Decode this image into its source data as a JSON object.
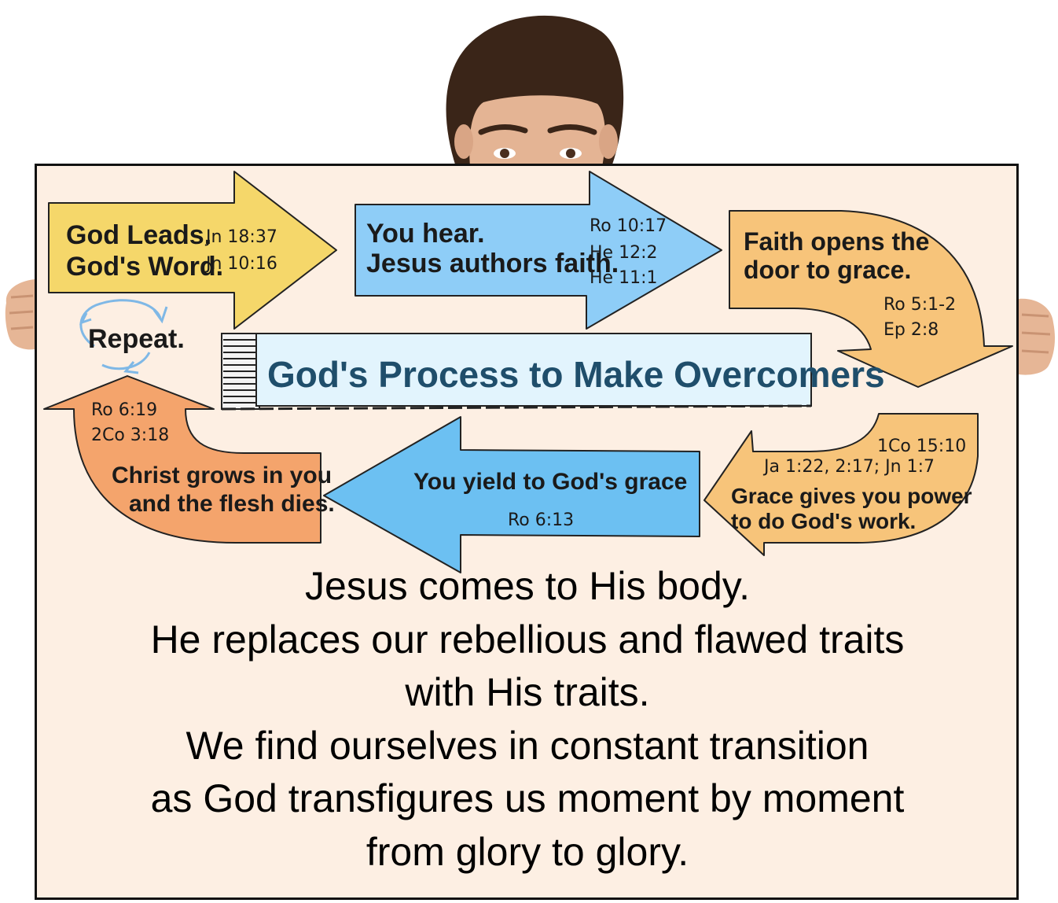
{
  "title": "God's Process to Make Overcomers",
  "colors": {
    "yellow": "#f5d76a",
    "blue_light": "#8ecdf7",
    "blue": "#6cc0f2",
    "orange": "#f4a46c",
    "orange_light": "#f7c47a",
    "board": "#fdefe3",
    "title_text": "#1f4e6b",
    "title_bg": "#e2f4fd"
  },
  "steps": [
    {
      "id": "god-leads",
      "lines": [
        "God Leads.",
        "God's Word."
      ],
      "refs": [
        "Jn 18:37",
        "Jn 10:16"
      ]
    },
    {
      "id": "you-hear",
      "lines": [
        "You hear.",
        "Jesus authors faith."
      ],
      "refs": [
        "Ro 10:17",
        "He 12:2",
        "He 11:1"
      ]
    },
    {
      "id": "faith-opens",
      "lines": [
        "Faith opens the",
        "door to grace."
      ],
      "refs": [
        "Ro 5:1-2",
        "Ep 2:8"
      ]
    },
    {
      "id": "grace-gives",
      "lines": [
        "Grace gives you power",
        "to do God's work."
      ],
      "refs": [
        "1Co 15:10",
        "Ja 1:22, 2:17; Jn 1:7"
      ]
    },
    {
      "id": "you-yield",
      "lines": [
        "You yield to God's grace"
      ],
      "refs": [
        "Ro 6:13"
      ]
    },
    {
      "id": "christ-grows",
      "lines": [
        "Christ grows in you",
        "and the flesh dies."
      ],
      "refs": [
        "Ro 6:19",
        "2Co 3:18"
      ]
    }
  ],
  "repeat_label": "Repeat.",
  "icons": {
    "repeat": "cycle-arrows-icon"
  },
  "caption": [
    "Jesus comes to His body.",
    "He replaces our rebellious and flawed traits",
    "with His traits.",
    "We find ourselves in constant transition",
    "as God transfigures us moment by moment",
    "from glory to glory."
  ]
}
